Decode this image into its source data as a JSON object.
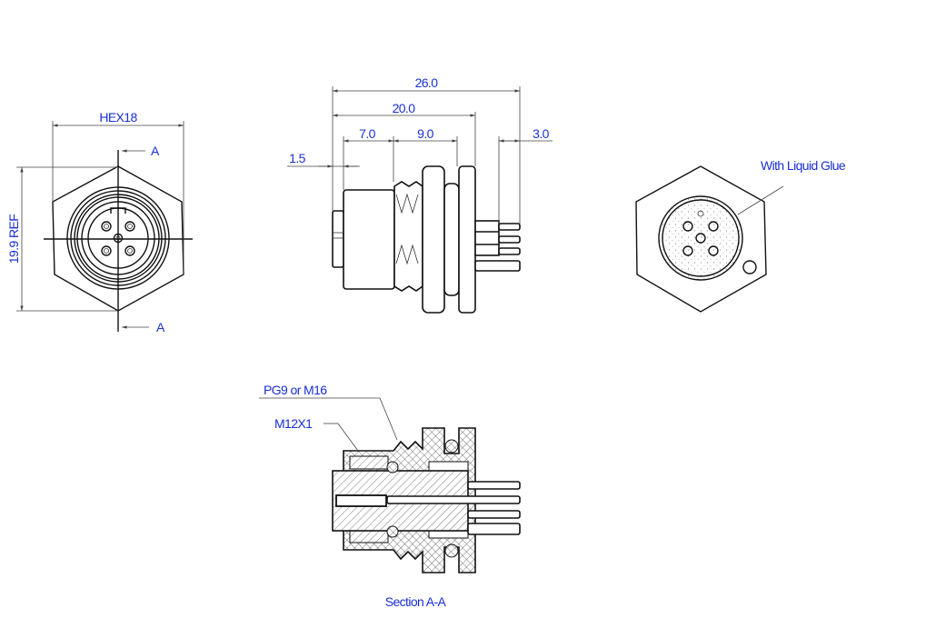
{
  "front_view": {
    "hex_label": "HEX18",
    "height_label": "19.9 REF",
    "section_mark_top": "A",
    "section_mark_bottom": "A"
  },
  "side_view": {
    "dim_overall": "26.0",
    "dim_body": "20.0",
    "dim_front": "7.0",
    "dim_thread": "9.0",
    "dim_pins": "3.0",
    "dim_step": "1.5"
  },
  "rear_view": {
    "glue_label": "With Liquid Glue"
  },
  "section_view": {
    "thread_label_outer": "PG9 or M16",
    "thread_label_inner": "M12X1",
    "title": "Section A-A"
  },
  "colors": {
    "annotation": "#1a2fd6",
    "line": "#111111"
  }
}
